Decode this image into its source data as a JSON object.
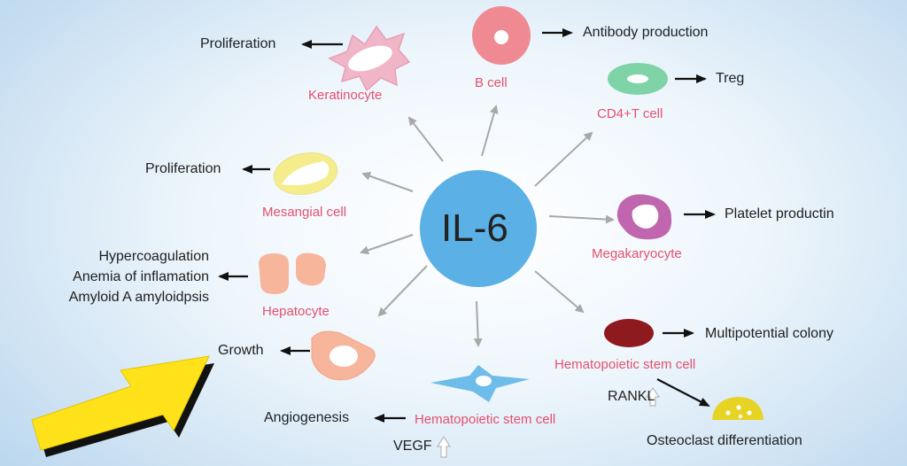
{
  "center": {
    "label": "IL-6"
  },
  "cells": {
    "keratinocyte": "Keratinocyte",
    "b_cell": "B cell",
    "cd4_t_cell": "CD4+T cell",
    "mesangial": "Mesangial cell",
    "megakaryocyte": "Megakaryocyte",
    "hepatocyte": "Hepatocyte",
    "hsc_right": "Hematopoietic stem cell",
    "hsc_bottom": "Hematopoietic stem cell"
  },
  "effects": {
    "keratinocyte": "Proliferation",
    "b_cell": "Antibody production",
    "cd4_t_cell": "Treg",
    "mesangial": "Proliferation",
    "megakaryocyte": "Platelet productin",
    "hepatocyte": [
      "Hypercoagulation",
      "Anemia of inflamation",
      "Amyloid A amyloidpsis"
    ],
    "growth": "Growth",
    "hsc_right": "Multipotential colony",
    "osteoclast": "Osteoclast differentiation",
    "hsc_bottom": "Angiogenesis"
  },
  "mediators": {
    "rankl": "RANKL",
    "vegf": "VEGF"
  },
  "colors": {
    "il6_circle": "#5bb1e6",
    "cell_label": "#e4506f",
    "keratinocyte": "#f0b6c8",
    "b_cell": "#f08a92",
    "cd4_t_cell": "#7ed3a7",
    "mesangial": "#f5ed8c",
    "megakaryocyte": "#c066ae",
    "hepatocyte": "#f7b59c",
    "hsc_right": "#8e1a1f",
    "hsc_bottom": "#6dbce9",
    "osteoclast": "#e6d323",
    "pointer_arrow": "#ffe21a"
  }
}
